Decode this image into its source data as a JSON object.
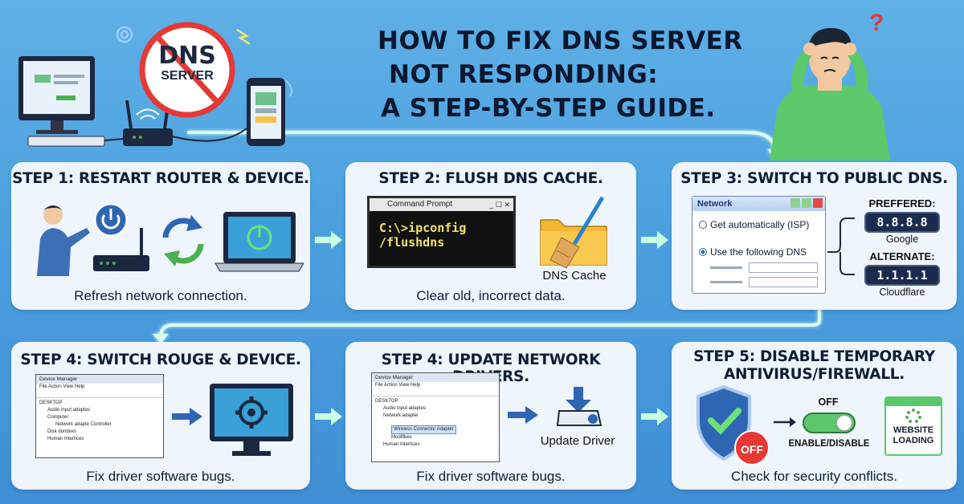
{
  "title": {
    "line1": "HOW TO FIX DNS SERVER",
    "line2": "NOT RESPONDING:",
    "line3": "A STEP-BY-STEP GUIDE."
  },
  "hero": {
    "dns_badge_line1": "DNS",
    "dns_badge_line2": "SERVER",
    "question_mark": "?"
  },
  "cards": [
    {
      "title": "STEP 1: RESTART ROUTER & DEVICE.",
      "caption": "Refresh network connection."
    },
    {
      "title": "STEP 2: FLUSH DNS CACHE.",
      "caption": "Clear old, incorrect data.",
      "cmd_title": "Command Prompt",
      "cmd_text": "C:\\>ipconfig /flushdns",
      "folder_label": "DNS Cache"
    },
    {
      "title": "STEP 3: SWITCH TO PUBLIC DNS.",
      "window_title": "Network",
      "option1": "Get automatically (ISP)",
      "option2": "Use the following DNS",
      "preferred_label": "PREFFERED:",
      "preferred_value": "8.8.8.8",
      "preferred_name": "Google",
      "alternate_label": "ALTERNATE:",
      "alternate_value": "1.1.1.1",
      "alternate_name": "Cloudflare"
    },
    {
      "title": "STEP 4: SWITCH ROUGE & DEVICE.",
      "caption": "Fix driver software bugs.",
      "dm_title": "Device Manager",
      "dm_menu": "File   Action   View   Help",
      "dm_items": [
        "DESKTOP",
        "Audio input adaptes",
        "Computer",
        "Network adapte Controller",
        "Disk dondxes",
        "Human Intertices"
      ]
    },
    {
      "title": "STEP 4: UPDATE NETWORK DRIVERS.",
      "caption": "Fix driver software bugs.",
      "dm_title": "Device Manager",
      "dm_menu": "File   Action   View   Help",
      "dm_items": [
        "DESKTOP",
        "Audio input adaptes",
        "Network adapter",
        "Wireless Connector Adapter",
        "Modifibes",
        "Human Intertices"
      ],
      "update_label": "Update Driver"
    },
    {
      "title_line1": "STEP 5: DISABLE TEMPORARY",
      "title_line2": "ANTIVIRUS/FIREWALL.",
      "caption": "Check for security conflicts.",
      "off_badge": "OFF",
      "toggle_label": "OFF",
      "toggle_caption": "ENABLE/DISABLE",
      "website_line1": "WEBSITE",
      "website_line2": "LOADING"
    }
  ],
  "colors": {
    "background": "#4ea2df",
    "card": "#eef5fc",
    "title": "#0b1730",
    "accent_green": "#4caf50",
    "accent_red": "#e53935",
    "glow": "#c9ffe0"
  }
}
